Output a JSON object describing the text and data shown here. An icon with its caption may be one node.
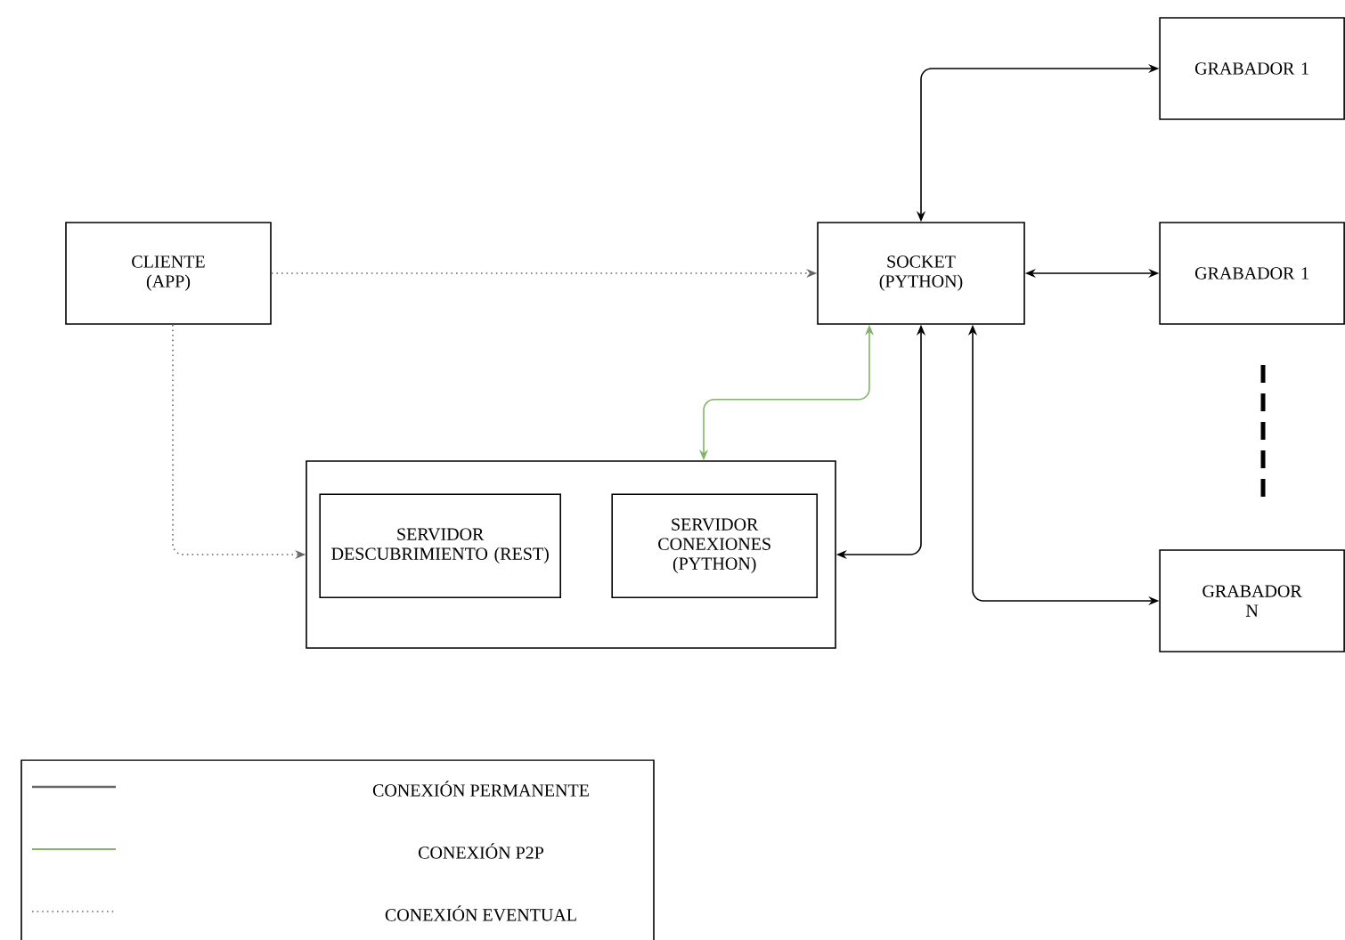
{
  "diagram": {
    "nodes": [
      {
        "text": [
          "CLIENTE (APP)"
        ]
      },
      {
        "text": [
          "SOCKET (PYTHON)"
        ]
      },
      {
        "text": [
          "GRABADOR 1"
        ]
      },
      {
        "text": [
          "GRABADOR 1"
        ]
      },
      {
        "text": [
          "GRABADOR N"
        ]
      },
      {
        "text": [],
        "shape": "box"
      },
      {
        "text": [
          "SERVIDOR DESCUBRIMIENTO (REST)"
        ],
        "in": 5
      },
      {
        "text": [
          "SERVIDOR CONEXIONES (PYTHON)"
        ],
        "in": 5
      }
    ],
    "edges": [
      {
        "from": 0,
        "to": 1,
        "arrow": "to",
        "style": "dashed",
        "color": "#666666"
      },
      {
        "from": 0,
        "to": 5,
        "arrow": "to",
        "style": "dashed",
        "color": "#666666"
      },
      {
        "from": 1,
        "to": 2,
        "arrow": "both"
      },
      {
        "from": 1,
        "to": 3,
        "arrow": "both"
      },
      {
        "from": 1,
        "to": 4,
        "arrow": "both"
      },
      {
        "from": 1,
        "to": 5,
        "arrow": "both"
      },
      {
        "from": 1,
        "to": 5,
        "arrow": "both",
        "color": "#82b366"
      }
    ],
    "legend": [
      {
        "text": "CONEXIÓN PERMANENTE"
      },
      {
        "text": "CONEXIÓN P2P"
      },
      {
        "text": "CONEXIÓN EVENTUAL"
      }
    ]
  }
}
